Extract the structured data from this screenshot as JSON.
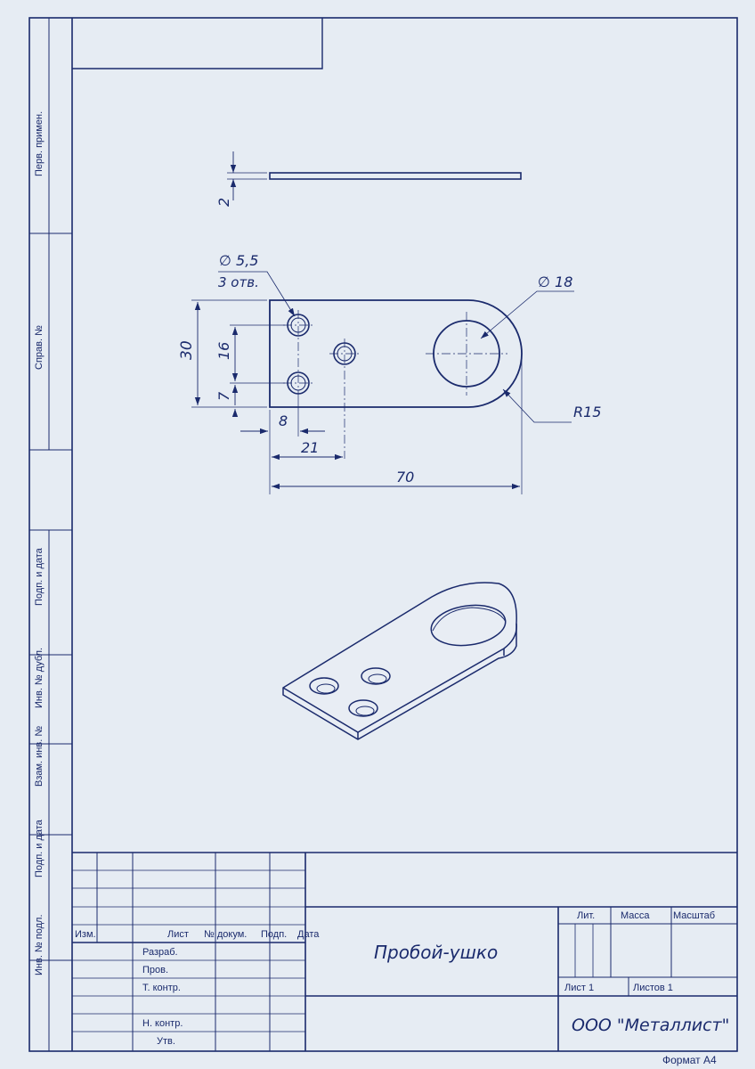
{
  "sidebar": {
    "perv_primen": "Перв. примен.",
    "sprav_no": "Справ. №",
    "podp_data_top": "Подп. и дата",
    "inv_dubl": "Инв. № дубл.",
    "vzam_inv": "Взам. инв. №",
    "podp_data_bottom": "Подп. и дата",
    "inv_podl": "Инв. № подл."
  },
  "dimensions": {
    "thickness": "2",
    "hole_dia": "∅ 5,5",
    "hole_count": "3 отв.",
    "big_dia": "∅ 18",
    "radius": "R15",
    "height": "30",
    "hole_spacing_v": "16",
    "hole_offset_v": "7",
    "hole_offset_h": "8",
    "center_hole_h": "21",
    "length": "70"
  },
  "title_block": {
    "col_izm": "Изм.",
    "col_list": "Лист",
    "col_ndokum": "№ докум.",
    "col_podp": "Подп.",
    "col_data": "Дата",
    "razrab": "Разраб.",
    "prov": "Пров.",
    "t_kontr": "Т. контр.",
    "n_kontr": "Н. контр.",
    "utv": "Утв.",
    "lit": "Лит.",
    "massa": "Масса",
    "masshtab": "Масштаб",
    "list_1": "Лист 1",
    "listov_1": "Листов 1",
    "part_name": "Пробой-ушко",
    "company": "ООО \"Металлист\""
  },
  "format": "Формат А4"
}
